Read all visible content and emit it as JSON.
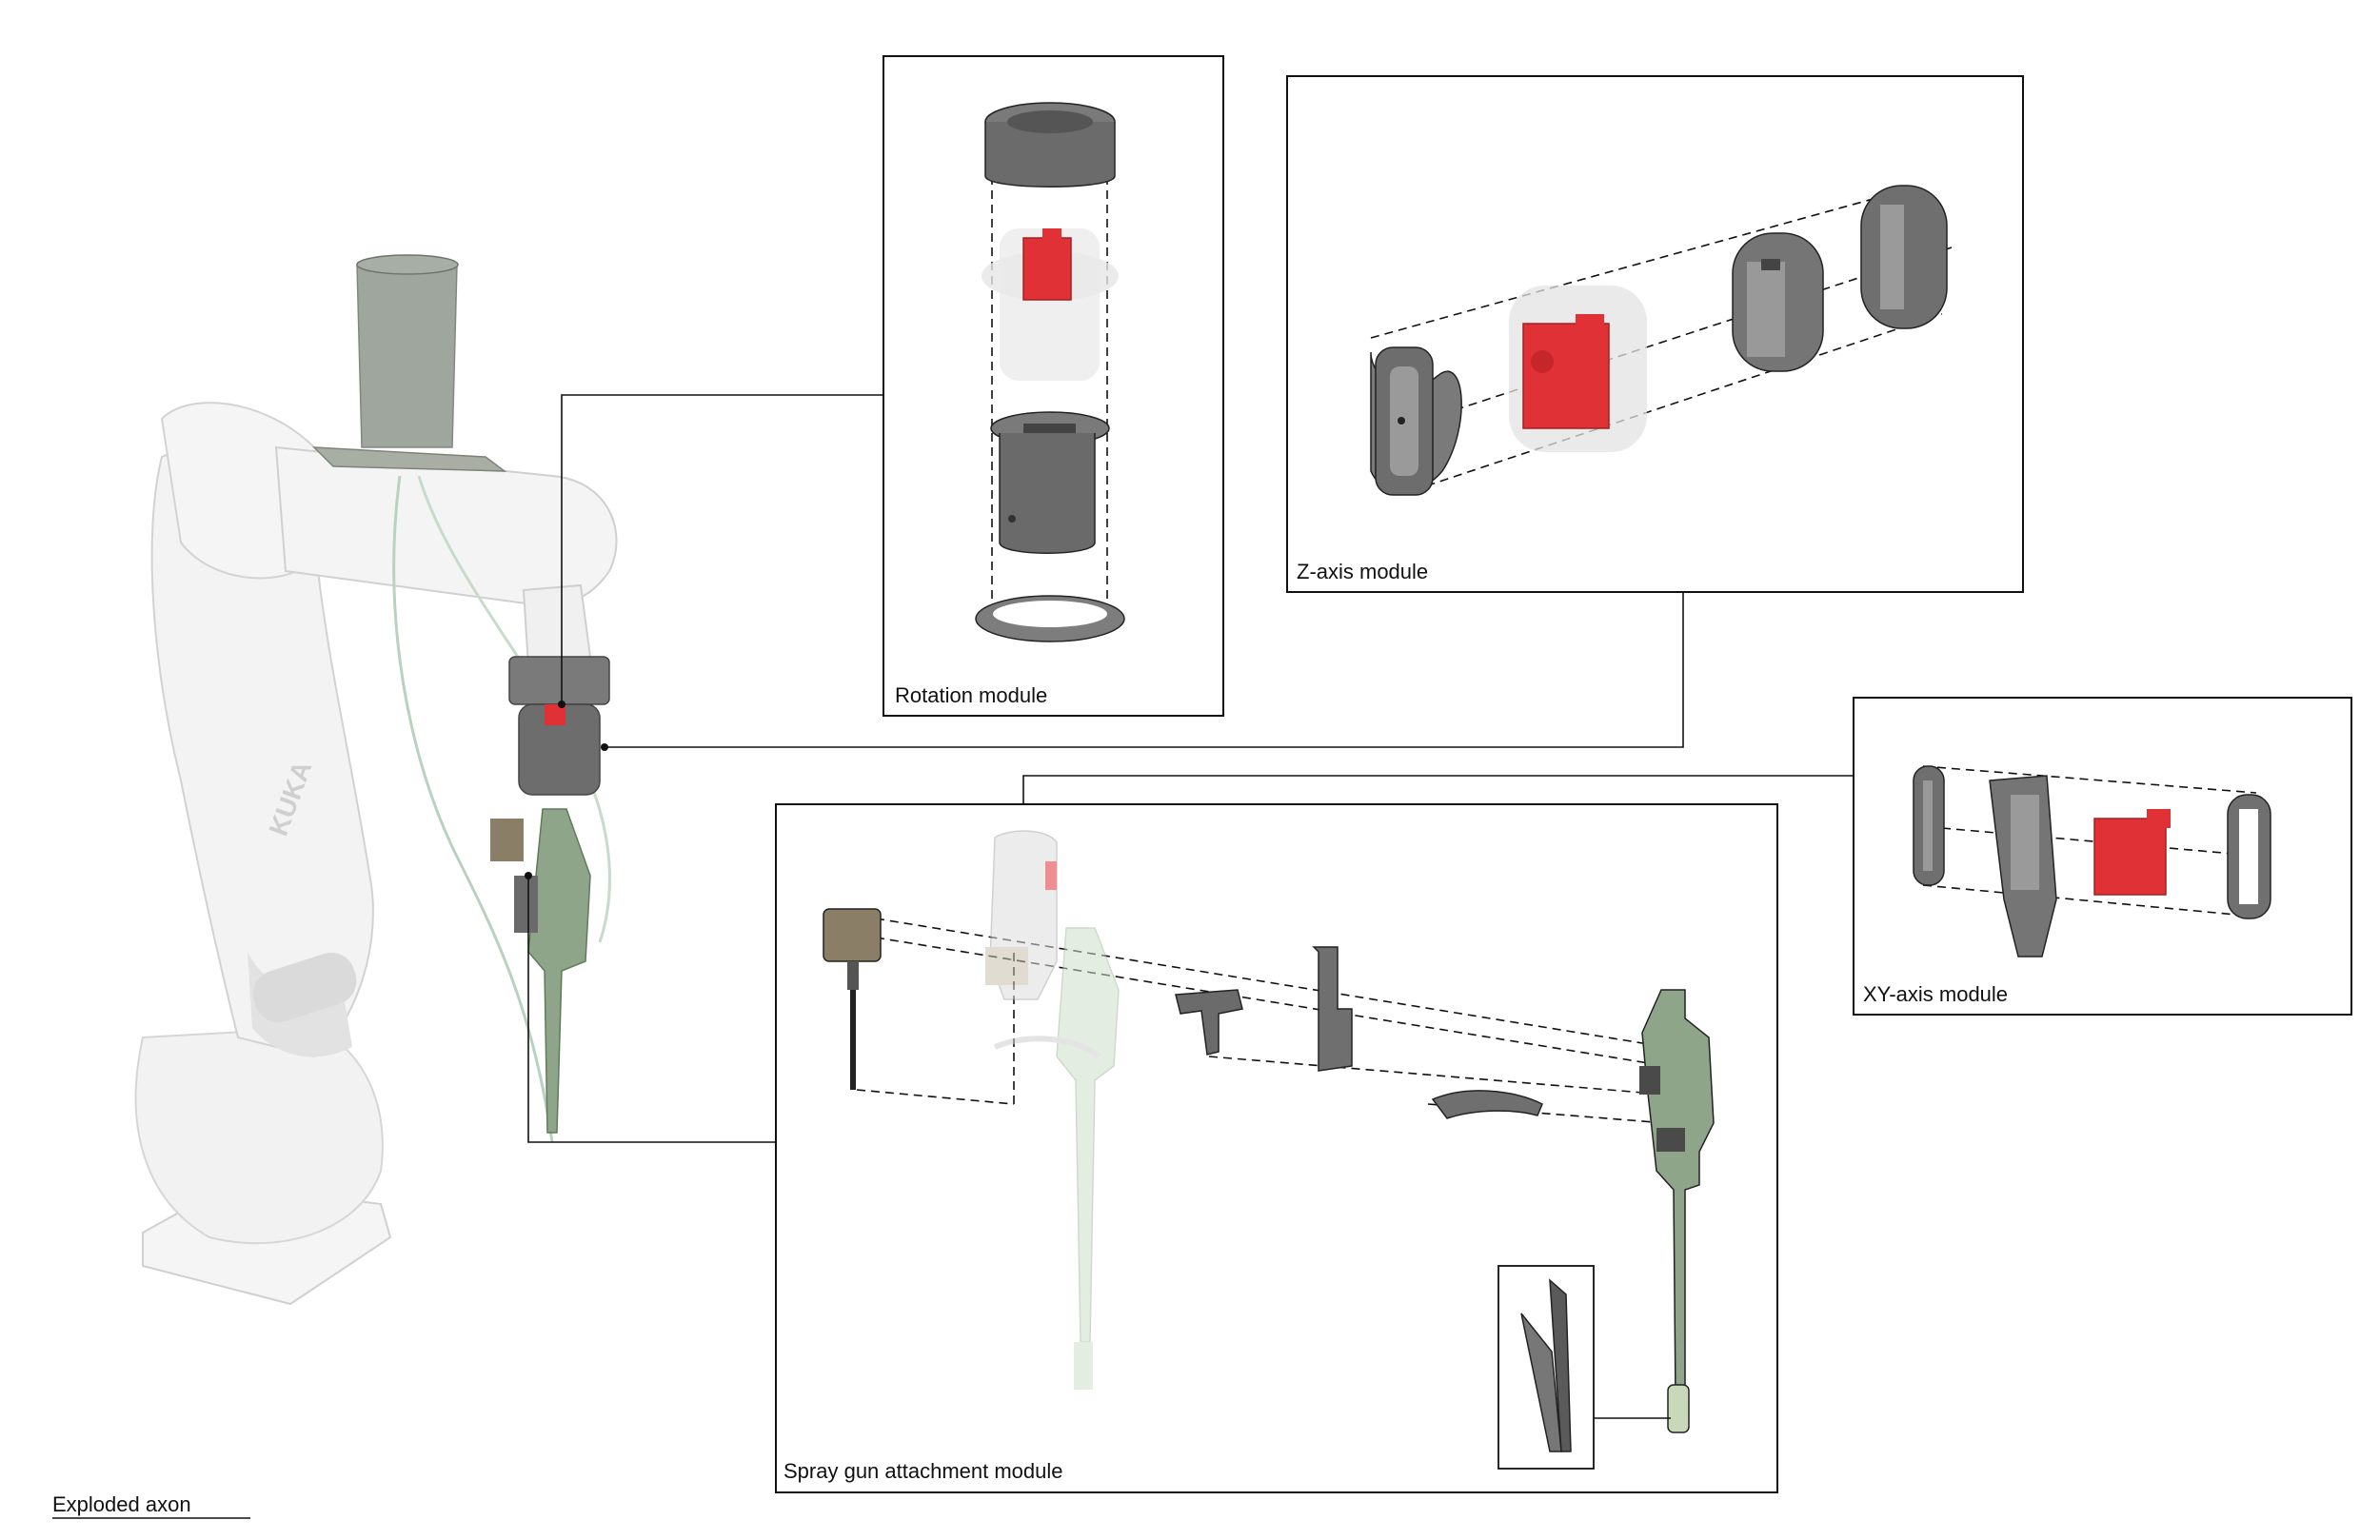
{
  "labels": {
    "rotation": "Rotation module",
    "zaxis": "Z-axis module",
    "xyaxis": "XY-axis module",
    "spray": "Spray gun attachment module",
    "caption": "Exploded axon"
  },
  "robot_text": {
    "brand": "KUKA"
  },
  "colors": {
    "robot": "#f2f2f2",
    "robot_shade": "#dcdcdc",
    "part_gray": "#6f6f6f",
    "part_dark": "#4a4a4a",
    "servo_red": "#e03236",
    "green_part": "#8fa58a",
    "tan_part": "#8a7f66",
    "frame": "#111111"
  }
}
